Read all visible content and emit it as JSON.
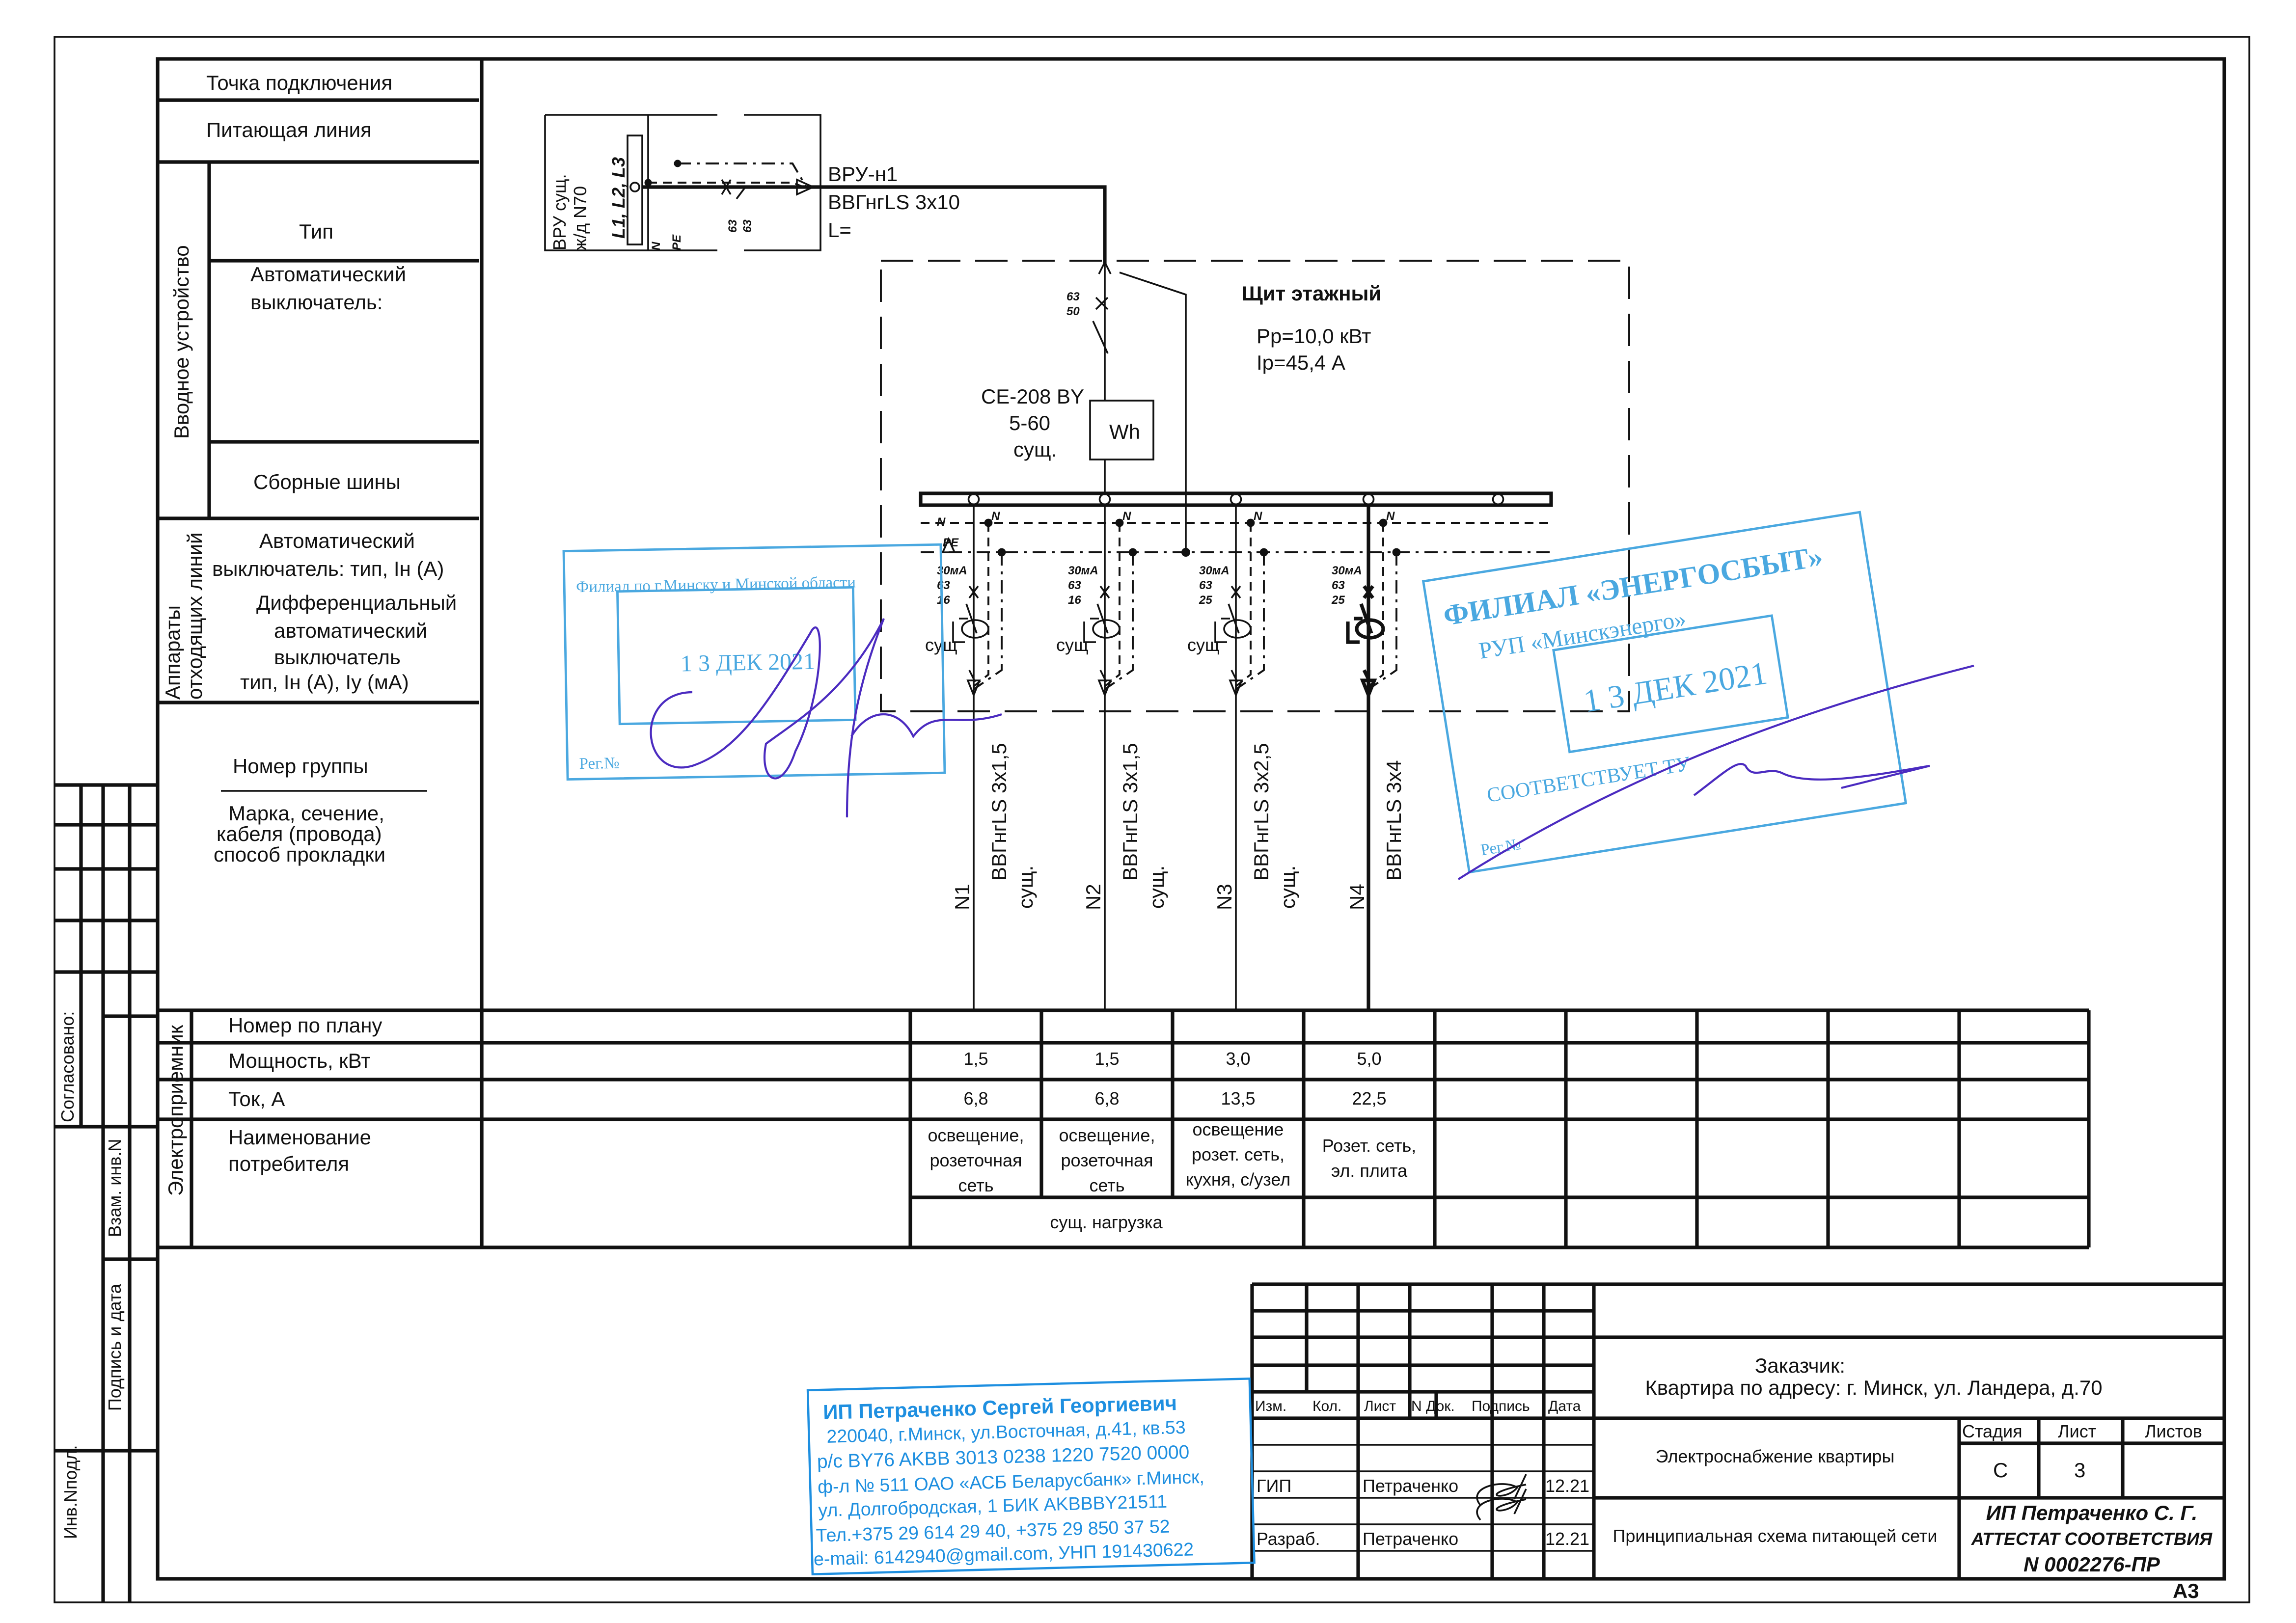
{
  "left_header": {
    "connection_point": "Точка подключения",
    "supply_line": "Питающая линия",
    "input_device": "Вводное устройство",
    "type": "Тип",
    "breaker": [
      "Автоматический",
      "выключатель:"
    ],
    "busbars": "Сборные шины",
    "outgoing": [
      "Аппараты",
      "отходящих линий"
    ],
    "out_breaker": [
      "Автоматический",
      "выключатель: тип, Iн (А)"
    ],
    "rcbo": [
      "Дифференциальный",
      "автоматический",
      "выключатель",
      "тип, Iн (А), Iу (мА)"
    ],
    "group_number": "Номер группы",
    "cable": [
      "Марка, сечение,",
      "кабеля (провода)",
      "способ прокладки"
    ]
  },
  "input_device": {
    "vru_label": [
      "ВРУ сущ.",
      "ж/д N70"
    ],
    "phases": "L1, L2, L3",
    "n": "N",
    "pe": "PE",
    "breaker": [
      "63",
      "63"
    ],
    "feeder_name": "ВРУ-н1",
    "feeder_cable": "ВВГнгLS 3x10",
    "feeder_length": "L="
  },
  "panel": {
    "title": "Щит этажный",
    "power": "Pp=10,0 кВт",
    "current": "Ip=45,4 А",
    "main_breaker": [
      "63",
      "50"
    ],
    "meter": [
      "CE-208 BY",
      "5-60",
      "сущ."
    ],
    "meter_symbol": "Wh",
    "bus_n": "N",
    "bus_pe": "PE"
  },
  "groups": [
    {
      "id": "N1",
      "n": "N",
      "rcd": "30мА",
      "frame": "63",
      "rating": "16",
      "status": "сущ",
      "cable": "ВВГнгLS 3x1,5",
      "laying": "сущ.",
      "power": "1,5",
      "current": "6,8",
      "consumer": [
        "освещение,",
        "розеточная",
        "сеть"
      ]
    },
    {
      "id": "N2",
      "n": "N",
      "rcd": "30мА",
      "frame": "63",
      "rating": "16",
      "status": "сущ",
      "cable": "ВВГнгLS 3x1,5",
      "laying": "сущ.",
      "power": "1,5",
      "current": "6,8",
      "consumer": [
        "освещение,",
        "розеточная",
        "сеть"
      ]
    },
    {
      "id": "N3",
      "n": "N",
      "rcd": "30мА",
      "frame": "63",
      "rating": "25",
      "status": "сущ",
      "cable": "ВВГнгLS 3x2,5",
      "laying": "сущ.",
      "power": "3,0",
      "current": "13,5",
      "consumer": [
        "освещение",
        "розет. сеть,",
        "кухня, с/узел"
      ]
    },
    {
      "id": "N4",
      "n": "N",
      "rcd": "30мА",
      "frame": "63",
      "rating": "25",
      "status": "",
      "cable": "ВВГнгLS 3x4",
      "laying": "",
      "power": "5,0",
      "current": "22,5",
      "consumer": [
        "Розет. сеть,",
        "эл. плита"
      ]
    }
  ],
  "table": {
    "section": "Электроприемник",
    "plan_number": "Номер по плану",
    "power": "Мощность, кВт",
    "current": "Ток, А",
    "consumer": [
      "Наименование",
      "потребителя"
    ],
    "existing_load": "сущ. нагрузка"
  },
  "side_stamp": {
    "agreed": "Согласовано:",
    "replaced": "Взам. инв.N",
    "sign_date": "Подпись и дата",
    "inv": "Инв.Nподл."
  },
  "title_block": {
    "headers": [
      "Изм.",
      "Кол.",
      "Лист",
      "N Док.",
      "Подпись",
      "Дата"
    ],
    "rows": [
      {
        "role": "ГИП",
        "name": "Петраченко",
        "date": "12.21"
      },
      {
        "role": "Разраб.",
        "name": "Петраченко",
        "date": "12.21"
      }
    ],
    "customer": [
      "Заказчик:",
      "Квартира по адресу: г. Минск, ул. Ландера, д.70"
    ],
    "project": "Электроснабжение квартиры",
    "sheet_title": "Принципиальная схема питающей сети",
    "stage_label": "Стадия",
    "sheet_label": "Лист",
    "sheets_label": "Листов",
    "stage": "С",
    "sheet": "3",
    "sheets": "",
    "org": [
      "ИП Петраченко С. Г.",
      "АТТЕСТАТ СООТВЕТСТВИЯ",
      "N 0002276-ПР"
    ],
    "format": "А3"
  },
  "stamps": {
    "company": [
      "ИП Петраченко Сергей Георгиевич",
      "220040, г.Минск, ул.Восточная, д.41, кв.53",
      "р/с BY76 AKBB 3013 0238 1220 7520 0000",
      "ф-л № 511 ОАО «АСБ Беларусбанк» г.Минск,",
      "ул. Долгобродская, 1  БИК AKBBBY21511",
      "Тел.+375 29 614 29 40, +375 29 850 37 52",
      "e-mail: 6142940@gmail.com, УНП 191430622"
    ],
    "gosenergo": [
      "Филиал по г.Минску и Минской области",
      "1 3 ДЕК 2021",
      "Рег.№"
    ],
    "energosbyt": [
      "ФИЛИАЛ «ЭНЕРГОСБЫТ»",
      "РУП «Минскэнерго»",
      "1 3 ДЕК 2021",
      "СООТВЕТСТВУЕТ ТУ",
      "Рег.№"
    ]
  }
}
